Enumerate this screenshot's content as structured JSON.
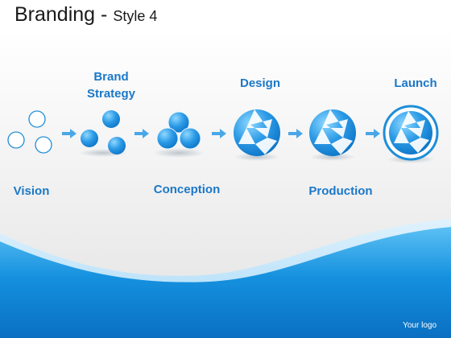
{
  "title": {
    "main": "Branding -",
    "sub": "Style 4"
  },
  "stages": {
    "brand_strategy": "Brand\nStrategy",
    "design": "Design",
    "launch": "Launch",
    "vision": "Vision",
    "conception": "Conception",
    "production": "Production"
  },
  "footer": {
    "logo": "Your logo"
  },
  "colors": {
    "accent": "#1b78c8",
    "blue_light": "#5fc0f5",
    "blue_dark": "#0a6fc2",
    "outline": "#1e8ed8"
  },
  "icons": [
    "outline-circles-icon",
    "filled-circles-icon",
    "clustered-circles-icon",
    "aperture-icon",
    "aperture-icon",
    "aperture-ring-icon"
  ]
}
